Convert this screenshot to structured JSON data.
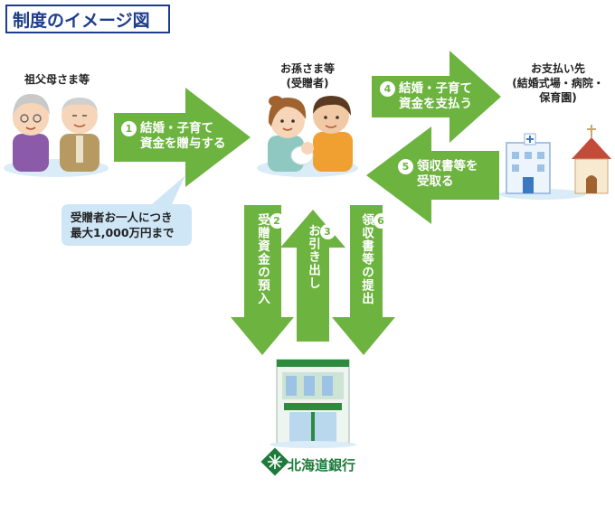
{
  "title": "制度のイメージ図",
  "grandparents": {
    "label": "祖父母さま等"
  },
  "recipient": {
    "label_line1": "お孫さま等",
    "label_line2": "(受贈者)"
  },
  "payee": {
    "label_line1": "お支払い先",
    "label_line2": "(結婚式場・病院・",
    "label_line3": "保育園)"
  },
  "note": {
    "line1": "受贈者お一人につき",
    "line2": "最大1,000万円まで"
  },
  "steps": [
    {
      "num": "1",
      "line1": "結婚・子育て",
      "line2": "資金を贈与する"
    },
    {
      "num": "2",
      "text": "受贈資金の預入"
    },
    {
      "num": "3",
      "text": "お引き出し"
    },
    {
      "num": "4",
      "line1": "結婚・子育て",
      "line2": "資金を支払う"
    },
    {
      "num": "5",
      "line1": "領収書等を",
      "line2": "受取る"
    },
    {
      "num": "6",
      "text": "領収書等の提出"
    }
  ],
  "bank": {
    "name": "北海道銀行"
  },
  "colors": {
    "arrow": "#6db33f",
    "title": "#1e3d8c",
    "bubble": "#cfe6f7",
    "bank": "#1d7a3a"
  }
}
